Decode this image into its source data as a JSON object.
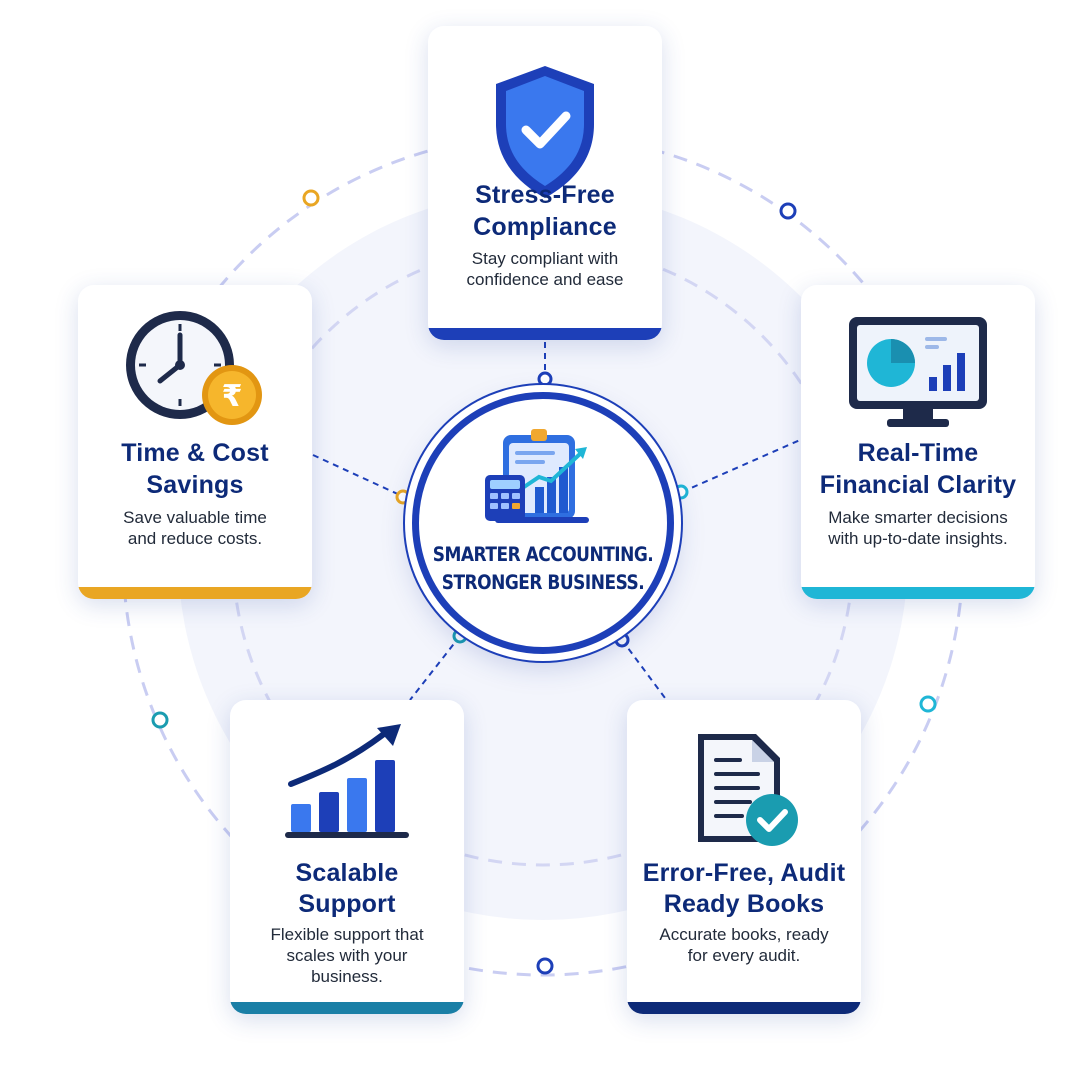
{
  "center": {
    "tagline_line1": "SMARTER ACCOUNTING.",
    "tagline_line2": "STRONGER BUSINESS.",
    "icon": "accounting-dashboard-icon"
  },
  "cards": [
    {
      "key": "compliance",
      "icon": "shield-check-icon",
      "title_line1": "Stress-Free",
      "title_line2": "Compliance",
      "desc_line1": "Stay compliant with",
      "desc_line2": "confidence and ease",
      "accent": "#1d3fb8"
    },
    {
      "key": "time-cost",
      "icon": "clock-rupee-icon",
      "title_line1": "Time & Cost",
      "title_line2": "Savings",
      "desc_line1": "Save valuable time",
      "desc_line2": "and reduce costs.",
      "accent": "#e9a623"
    },
    {
      "key": "clarity",
      "icon": "monitor-chart-icon",
      "title_line1": "Real-Time",
      "title_line2": "Financial Clarity",
      "desc_line1": "Make smarter decisions",
      "desc_line2": "with up-to-date insights.",
      "accent": "#1fb6d6"
    },
    {
      "key": "scalable",
      "icon": "growth-bars-icon",
      "title_line1": "Scalable",
      "title_line2": "Support",
      "desc_line1": "Flexible support that",
      "desc_line2": "scales with your",
      "desc_line3": "business.",
      "accent": "#1a7fa6"
    },
    {
      "key": "audit",
      "icon": "document-check-icon",
      "title_line1": "Error-Free, Audit",
      "title_line2": "Ready Books",
      "desc_line1": "Accurate books, ready",
      "desc_line2": "for every audit.",
      "accent": "#0d2a78"
    }
  ],
  "colors": {
    "navy": "#0d2a78",
    "blue": "#1d3fb8",
    "teal": "#1fb6d6",
    "gold": "#e9a623",
    "dash": "#c5c8f0"
  }
}
